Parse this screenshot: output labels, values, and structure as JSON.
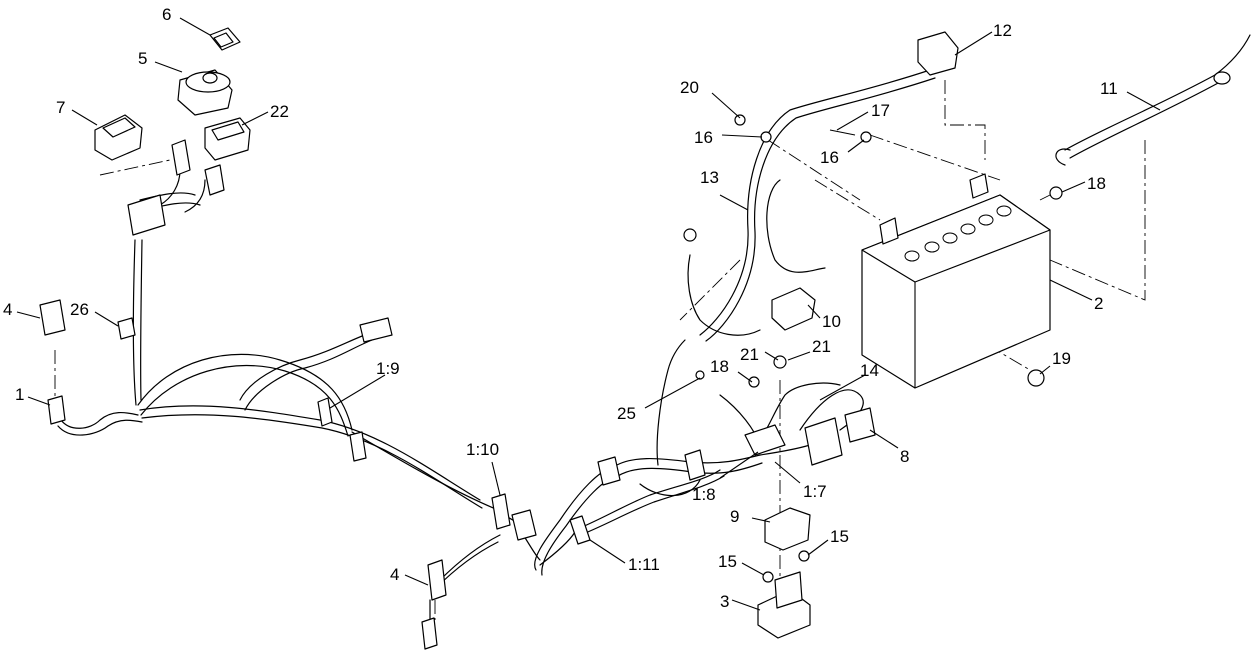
{
  "callouts": [
    {
      "id": "c6",
      "text": "6"
    },
    {
      "id": "c5",
      "text": "5"
    },
    {
      "id": "c7",
      "text": "7"
    },
    {
      "id": "c22",
      "text": "22"
    },
    {
      "id": "c4a",
      "text": "4"
    },
    {
      "id": "c26",
      "text": "26"
    },
    {
      "id": "c1",
      "text": "1"
    },
    {
      "id": "c1_9",
      "text": "1:9"
    },
    {
      "id": "c1_10",
      "text": "1:10"
    },
    {
      "id": "c4b",
      "text": "4"
    },
    {
      "id": "c1_11",
      "text": "1:11"
    },
    {
      "id": "c20",
      "text": "20"
    },
    {
      "id": "c12",
      "text": "12"
    },
    {
      "id": "c16a",
      "text": "16"
    },
    {
      "id": "c17",
      "text": "17"
    },
    {
      "id": "c16b",
      "text": "16"
    },
    {
      "id": "c13",
      "text": "13"
    },
    {
      "id": "c11",
      "text": "11"
    },
    {
      "id": "c18a",
      "text": "18"
    },
    {
      "id": "c2",
      "text": "2"
    },
    {
      "id": "c10",
      "text": "10"
    },
    {
      "id": "c21a",
      "text": "21"
    },
    {
      "id": "c21b",
      "text": "21"
    },
    {
      "id": "c19",
      "text": "19"
    },
    {
      "id": "c18b",
      "text": "18"
    },
    {
      "id": "c14",
      "text": "14"
    },
    {
      "id": "c25",
      "text": "25"
    },
    {
      "id": "c8",
      "text": "8"
    },
    {
      "id": "c1_8",
      "text": "1:8"
    },
    {
      "id": "c1_7",
      "text": "1:7"
    },
    {
      "id": "c9",
      "text": "9"
    },
    {
      "id": "c15a",
      "text": "15"
    },
    {
      "id": "c15b",
      "text": "15"
    },
    {
      "id": "c3",
      "text": "3"
    }
  ]
}
